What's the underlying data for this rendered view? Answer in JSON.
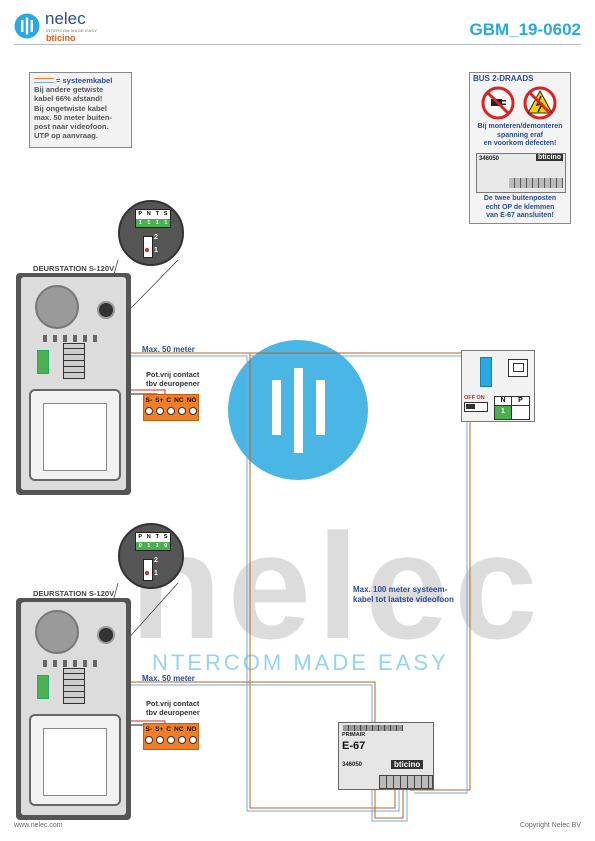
{
  "header": {
    "brand_name": "nelec",
    "brand_tagline": "INTERCOM MADE EASY",
    "brand_sub": "bticino",
    "doc_code": "GBM_19-0602"
  },
  "note": {
    "legend": "= systeemkabel",
    "lines": [
      "Bij andere getwiste",
      "kabel 66% afstand!",
      "Bij ongetwiste kabel",
      "max. 50 meter buiten-",
      "post naar videofoon.",
      "UTP op aanvraag."
    ]
  },
  "bus_box": {
    "title": "BUS 2-DRAADS",
    "warning": [
      "Bij monteren/demonteren",
      "spanning eraf",
      "en voorkom defecten!"
    ],
    "model": "346050",
    "brand": "bticino",
    "advice": [
      "De twee buitenposten",
      "echt OP de klemmen",
      "van E-67 aansluiten!"
    ]
  },
  "jumper_top": {
    "headers": [
      "P",
      "N",
      "T",
      "S"
    ],
    "values": [
      "1",
      "1",
      "1",
      "1"
    ],
    "jumper": [
      "2",
      "1"
    ]
  },
  "jumper_bottom": {
    "headers": [
      "P",
      "N",
      "T",
      "S"
    ],
    "values": [
      "0",
      "1",
      "1",
      "0"
    ],
    "jumper": [
      "2",
      "1"
    ]
  },
  "station_top": {
    "title": "DEURSTATION S-120V",
    "cable": "Max. 50 meter",
    "contact": [
      "Pot.vrij contact",
      "tbv deuropener"
    ],
    "terminals": [
      "S-",
      "S+",
      "C",
      "NC",
      "NO"
    ]
  },
  "station_bottom": {
    "title": "DEURSTATION S-120V",
    "cable": "Max. 50 meter",
    "contact": [
      "Pot.vrij contact",
      "tbv deuropener"
    ],
    "terminals": [
      "S-",
      "S+",
      "C",
      "NC",
      "NO"
    ]
  },
  "monitor": {
    "off_on": "OFF ON",
    "headers": [
      "N",
      "P"
    ],
    "value": "1"
  },
  "system_cable": [
    "Max. 100 meter systeem-",
    "kabel tot laatste videofoon"
  ],
  "e67": {
    "label_primary": "PRIMAIR",
    "name": "E-67",
    "model": "346050",
    "brand": "bticino"
  },
  "watermark": {
    "text": "nelec",
    "sub": "NTERCOM MADE EASY"
  },
  "footer": {
    "left": "www.nelec.com",
    "right": "Copyright Nelec BV"
  },
  "colors": {
    "brand_blue": "#29a9e0",
    "accent_orange": "#f07d28",
    "cable_brown": "#b5651d",
    "cable_blue": "#7aa7e0"
  }
}
